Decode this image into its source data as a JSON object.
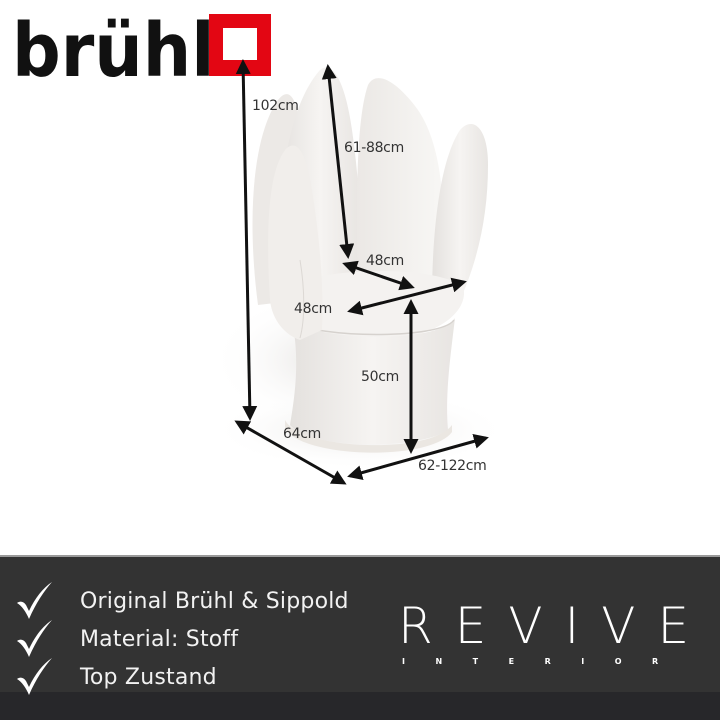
{
  "brand": {
    "logo_text": "brühl",
    "logo_color": "#e30613"
  },
  "dimensions": {
    "total_height": "102cm",
    "backrest_height": "61-88cm",
    "seat_depth": "48cm",
    "seat_width": "48cm",
    "seat_height": "50cm",
    "depth": "64cm",
    "width": "62-122cm"
  },
  "features": [
    {
      "icon": "checkmark-icon",
      "label": "Original Brühl & Sippold"
    },
    {
      "icon": "checkmark-icon",
      "label": "Material: Stoff"
    },
    {
      "icon": "checkmark-icon",
      "label": "Top Zustand"
    }
  ],
  "seller": {
    "name": "REVIVE",
    "subtitle": "INTERIOR"
  },
  "colors": {
    "panel_bg": "#333333",
    "panel_strip": "#27272a",
    "accent_red": "#e30613",
    "text_light": "#f2f2f2"
  }
}
